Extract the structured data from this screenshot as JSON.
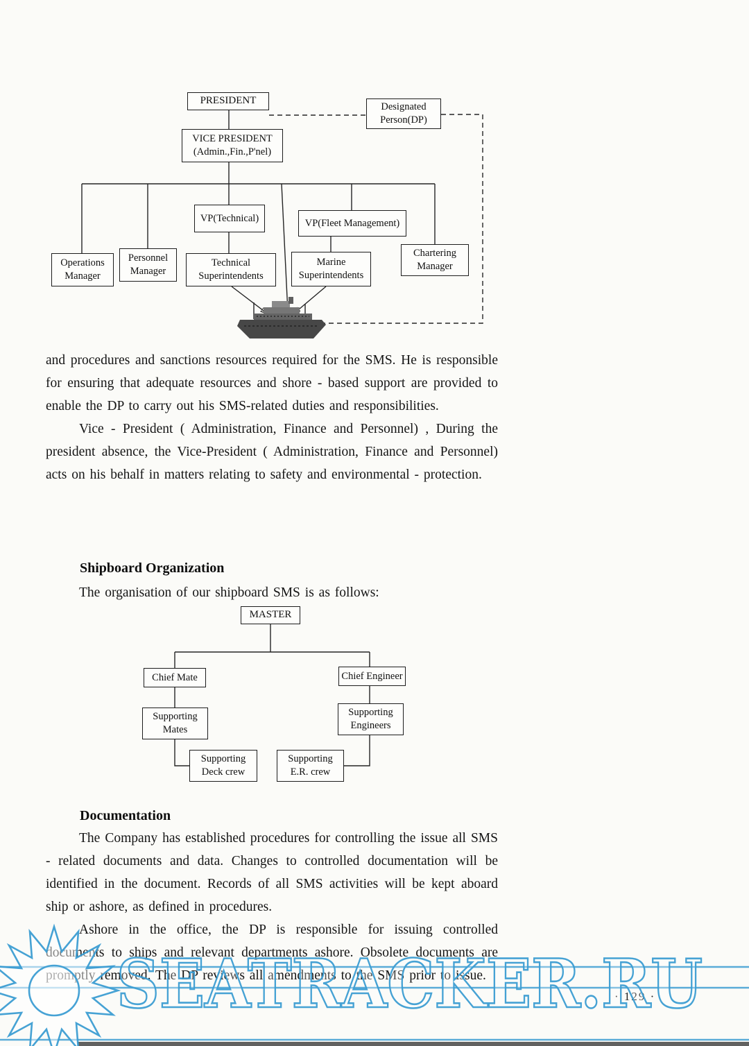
{
  "page_number": "· 129 ·",
  "watermark": {
    "text": "SEATRACKER.RU"
  },
  "colors": {
    "watermark_blue": "#3d9ed3",
    "ink": "#151515"
  },
  "shore_chart": {
    "president": "PRESIDENT",
    "designated_person": "Designated Person(DP)",
    "vice_president": "VICE PRESIDENT (Admin.,Fin.,P'nel)",
    "vp_technical": "VP(Technical)",
    "vp_fleet": "VP(Fleet Management)",
    "operations_manager": "Operations Manager",
    "personnel_manager": "Personnel Manager",
    "technical_superintendents": "Technical Superintendents",
    "marine_superintendents": "Marine Superintendents",
    "chartering_manager": "Chartering Manager"
  },
  "body": {
    "p1": "and procedures and sanctions resources required for the SMS.  He is responsible for ensuring that adequate resources and shore - based support are provided to enable the DP to carry out his SMS-related duties and responsibilities.",
    "p2": "Vice - President ( Administration, Finance and Personnel) , During the president absence, the Vice-President ( Administration, Finance and Personnel) acts on his behalf in matters relating to safety and environmental - protection."
  },
  "shipboard": {
    "heading": "Shipboard Organization",
    "intro": "The organisation of our shipboard SMS is as follows:",
    "master": "MASTER",
    "chief_mate": "Chief Mate",
    "chief_engineer": "Chief Engineer",
    "supporting_mates": "Supporting Mates",
    "supporting_engineers": "Supporting Engineers",
    "supporting_deck_crew": "Supporting Deck crew",
    "supporting_er_crew": "Supporting E.R. crew"
  },
  "documentation": {
    "heading": "Documentation",
    "p1": "The Company has established procedures for controlling the issue all SMS - related documents and data.  Changes to controlled documentation will be identified in the document.  Records of all SMS activities will be kept aboard ship or ashore, as defined in procedures.",
    "p2": "Ashore in the office, the DP is responsible for issuing controlled documents to ships and relevant departments ashore.  Obsolete documents are promptly removed.  The DP reviews all amendments to the SMS prior to issue."
  }
}
